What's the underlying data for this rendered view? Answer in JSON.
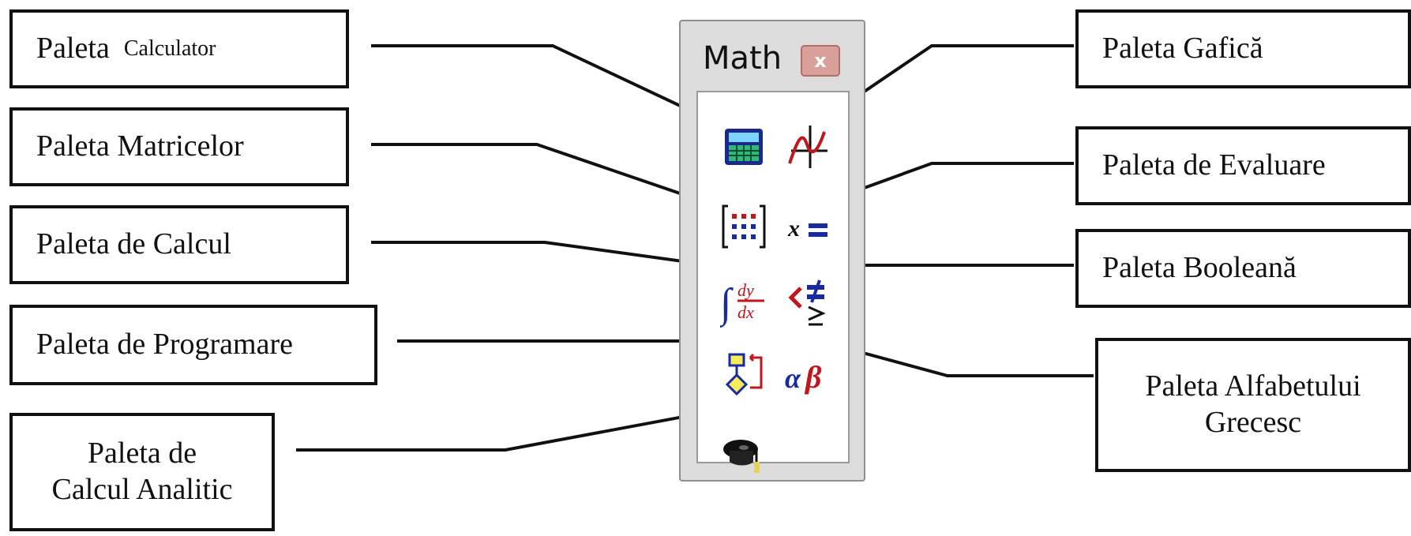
{
  "toolbar": {
    "title": "Math",
    "close_symbol": "x"
  },
  "labels": {
    "calculator_prefix": "Paleta",
    "calculator_suffix": "Calculator",
    "matricelor": "Paleta Matricelor",
    "calcul": "Paleta de Calcul",
    "programare": "Paleta de Programare",
    "calcul_analitic_line1": "Paleta de",
    "calcul_analitic_line2": "Calcul Analitic",
    "grafica": "Paleta Gafică",
    "evaluare": "Paleta de Evaluare",
    "booleana": "Paleta Booleană",
    "alfabet_line1": "Paleta Alfabetului",
    "alfabet_line2": "Grecesc"
  },
  "icons": {
    "calculator": "calculator-icon",
    "graph": "graph-icon",
    "matrix": "matrix-icon",
    "evaluation": "evaluation-icon",
    "calculus": "calculus-icon",
    "boolean": "boolean-icon",
    "programming": "programming-icon",
    "greek": "greek-icon",
    "symbolic": "symbolic-icon"
  },
  "colors": {
    "outline": "#111111",
    "toolbar_bg": "#dcdcdc",
    "close_button": "#d9a09a",
    "icon_red": "#c0161c",
    "icon_blue": "#1a2aa0"
  }
}
